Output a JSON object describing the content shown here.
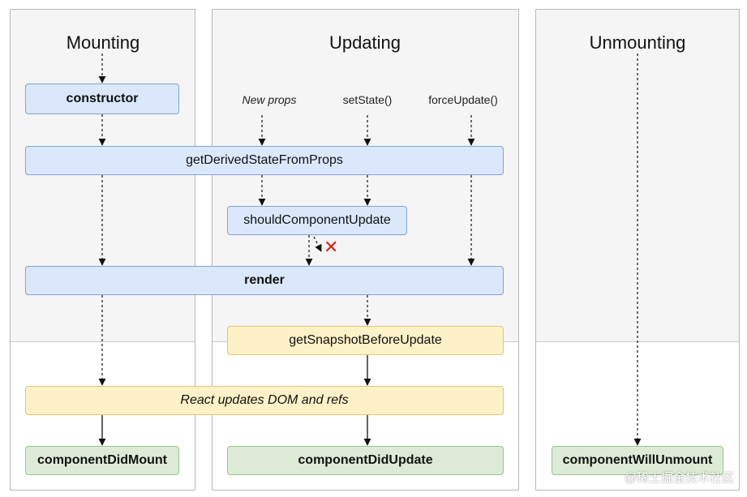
{
  "columns": {
    "mounting": "Mounting",
    "updating": "Updating",
    "unmounting": "Unmounting"
  },
  "triggers": {
    "new_props": "New props",
    "set_state": "setState()",
    "force_update": "forceUpdate()"
  },
  "methods": {
    "constructor": "constructor",
    "get_derived_state": "getDerivedStateFromProps",
    "should_update": "shouldComponentUpdate",
    "render": "render",
    "get_snapshot": "getSnapshotBeforeUpdate",
    "react_updates": "React updates DOM and refs",
    "did_mount": "componentDidMount",
    "did_update": "componentDidUpdate",
    "will_unmount": "componentWillUnmount"
  },
  "cancel_mark": "✕",
  "watermark": "@稀土掘金技术社区",
  "colors": {
    "render_phase": "#dbe8fb",
    "pre_commit_phase": "#fdf1c7",
    "commit_phase": "#dcebd6",
    "cancel": "#e02020"
  }
}
